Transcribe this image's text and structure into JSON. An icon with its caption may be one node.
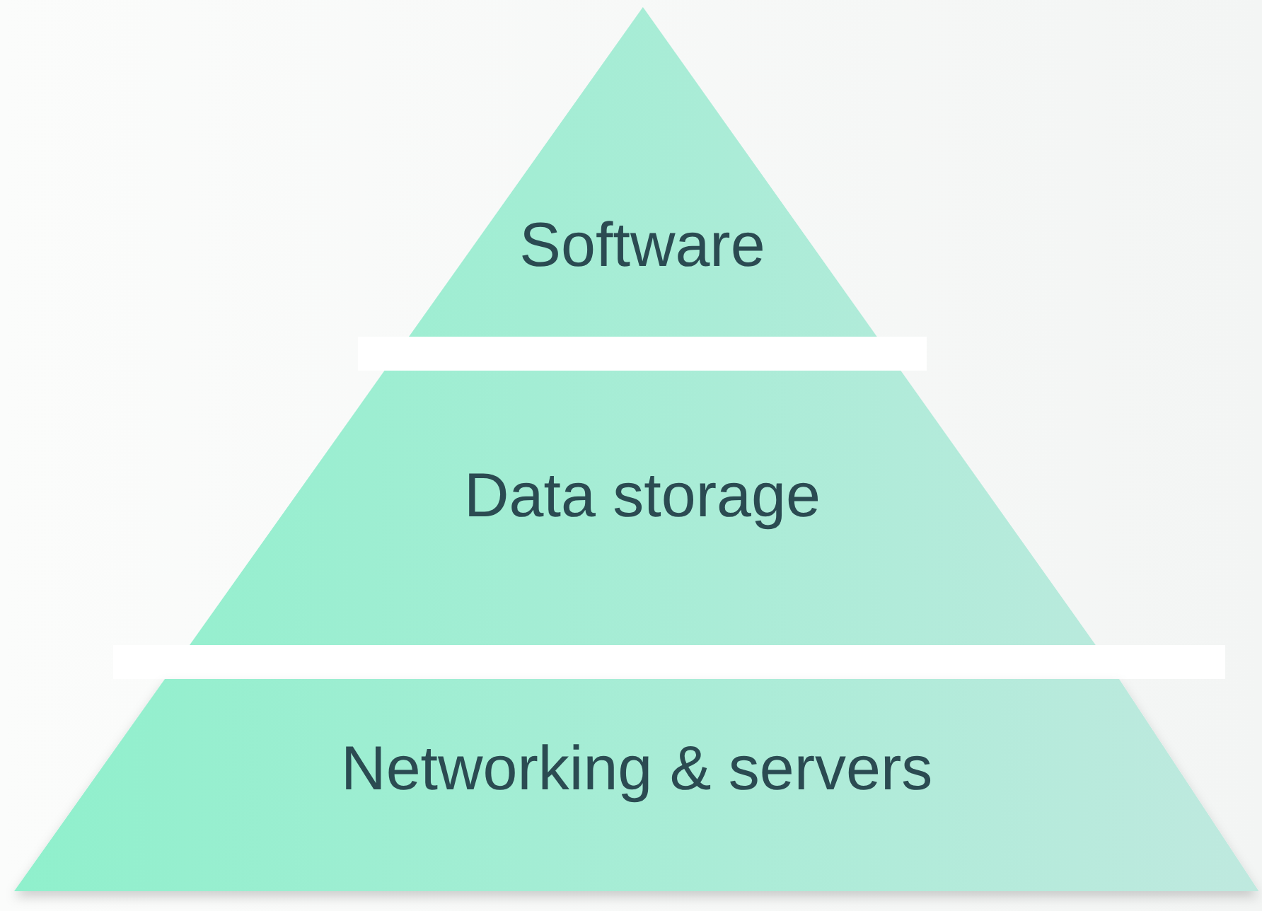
{
  "diagram": {
    "nodes": [
      {
        "text": [
          "Software"
        ]
      },
      {
        "text": [],
        "shape": "bar"
      },
      {
        "text": [
          "Data storage"
        ]
      },
      {
        "text": [],
        "shape": "bar"
      },
      {
        "text": [
          "Networking & servers"
        ]
      }
    ]
  }
}
